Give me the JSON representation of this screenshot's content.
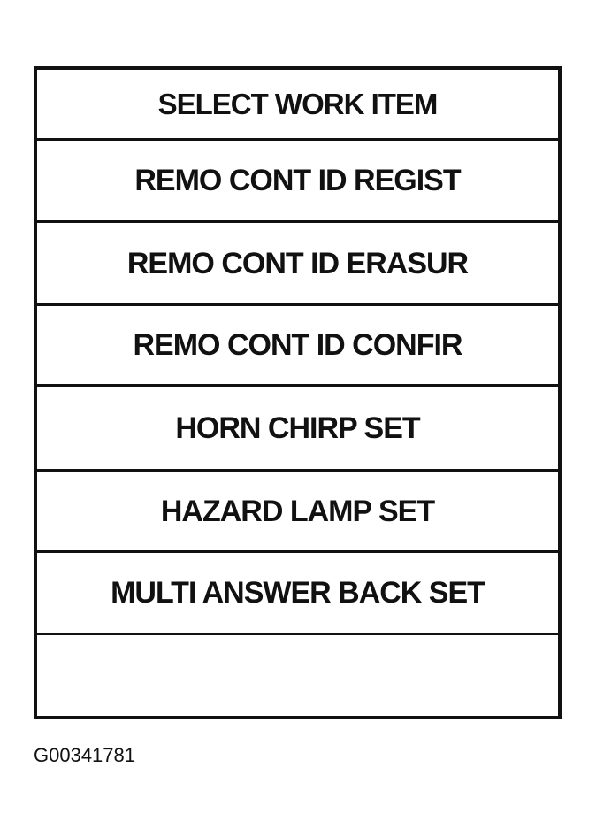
{
  "menu": {
    "title": "SELECT WORK ITEM",
    "items": [
      "REMO CONT ID REGIST",
      "REMO CONT ID ERASUR",
      "REMO CONT ID CONFIR",
      "HORN CHIRP SET",
      "HAZARD LAMP SET",
      "MULTI ANSWER BACK SET",
      ""
    ]
  },
  "figure_id": "G00341781",
  "colors": {
    "ink": "#111111",
    "background": "#ffffff"
  }
}
